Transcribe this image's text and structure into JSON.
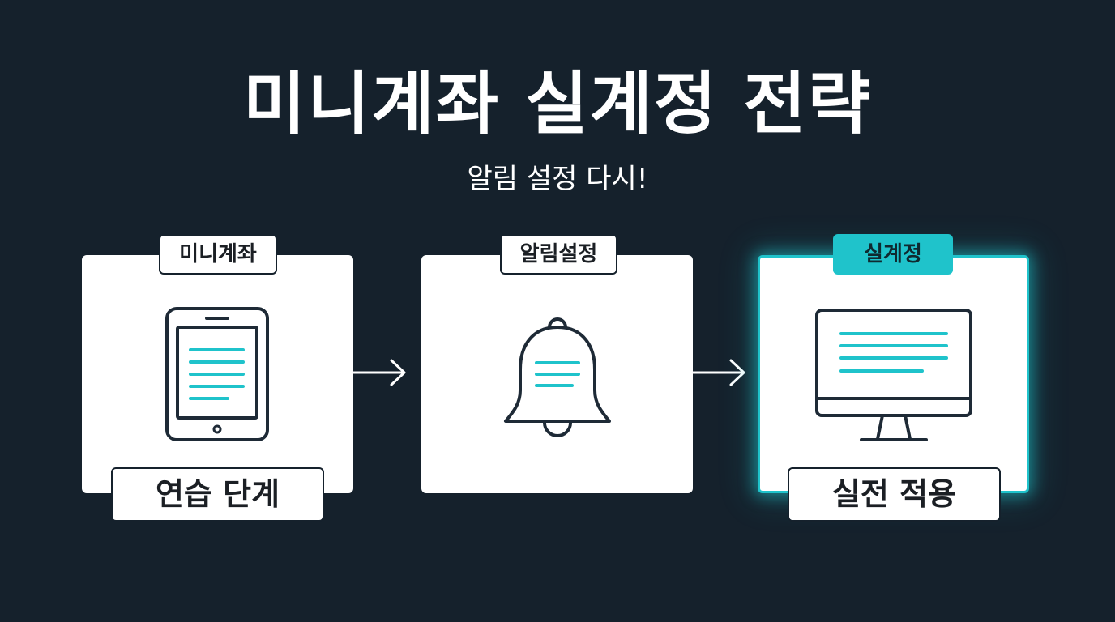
{
  "title": "미니계좌 실계정 전략",
  "subtitle": "알림 설정 다시!",
  "accent_color": "#1fc3cb",
  "steps": [
    {
      "tag": "미니계좌",
      "label": "연습 단계",
      "icon": "tablet-icon"
    },
    {
      "tag": "알림설정",
      "label": "",
      "icon": "bell-icon"
    },
    {
      "tag": "실계정",
      "label": "실전 적용",
      "icon": "monitor-icon"
    }
  ]
}
